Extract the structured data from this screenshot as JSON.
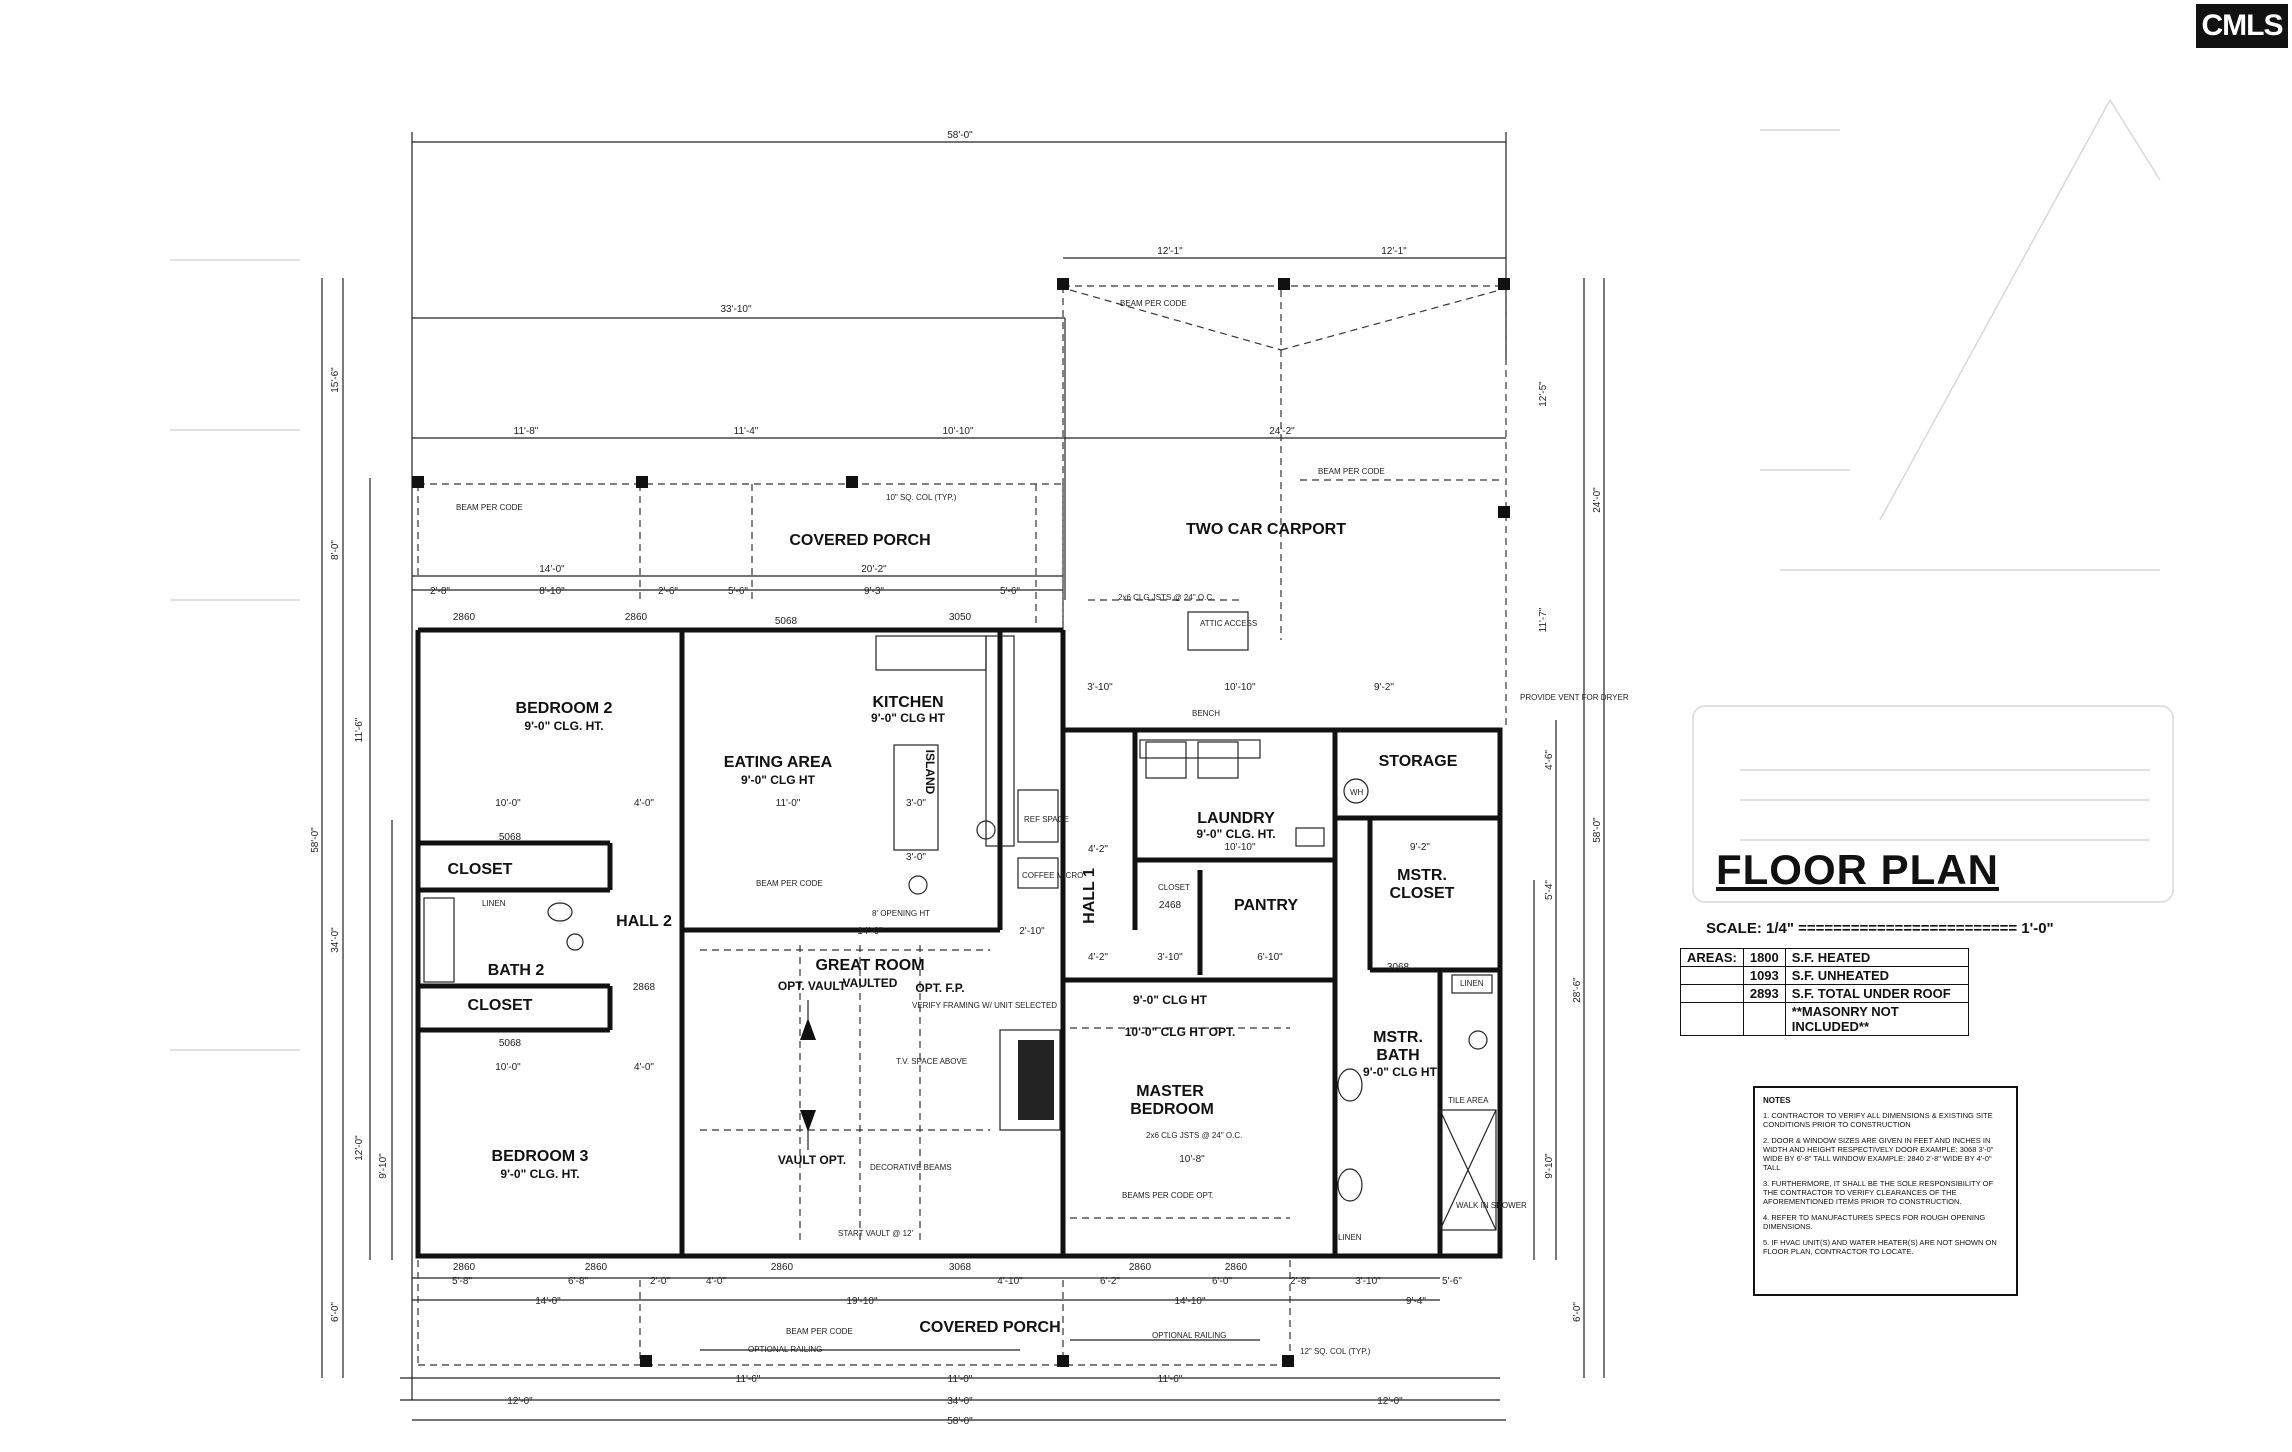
{
  "logo": {
    "text": "CMLS"
  },
  "title": "FLOOR PLAN",
  "scale": "SCALE: 1/4\" ========================= 1'-0\"",
  "areas": {
    "header": "AREAS:",
    "rows": [
      {
        "value": "1800",
        "label": "S.F. HEATED"
      },
      {
        "value": "1093",
        "label": "S.F. UNHEATED"
      },
      {
        "value": "2893",
        "label": "S.F. TOTAL UNDER ROOF"
      },
      {
        "value": "",
        "label": "**MASONRY NOT INCLUDED**"
      }
    ]
  },
  "notes": {
    "heading": "NOTES",
    "items": [
      "1. CONTRACTOR TO VERIFY ALL DIMENSIONS & EXISTING SITE CONDITIONS PRIOR TO CONSTRUCTION",
      "2. DOOR & WINDOW SIZES ARE GIVEN IN FEET AND INCHES IN WIDTH AND HEIGHT RESPECTIVELY DOOR EXAMPLE: 3068 3'-0\" WIDE BY 6'-8\" TALL WINDOW EXAMPLE: 2840 2'-8\" WIDE BY 4'-0\" TALL",
      "3. FURTHERMORE, IT SHALL BE THE SOLE RESPONSIBILITY OF THE CONTRACTOR TO VERIFY CLEARANCES OF THE AFOREMENTIONED ITEMS PRIOR TO CONSTRUCTION.",
      "4. REFER TO MANUFACTURES SPECS FOR ROUGH OPENING DIMENSIONS.",
      "5. IF HVAC UNIT(S) AND WATER HEATER(S) ARE NOT SHOWN ON FLOOR PLAN, CONTRACTOR TO LOCATE."
    ]
  },
  "rooms": {
    "bedroom2": {
      "name": "BEDROOM 2",
      "sub": "9'-0\" CLG. HT."
    },
    "eating": {
      "name": "EATING AREA",
      "sub": "9'-0\" CLG HT"
    },
    "kitchen": {
      "name": "KITCHEN",
      "sub": "9'-0\" CLG HT"
    },
    "island": {
      "name": "ISLAND"
    },
    "closet_a": {
      "name": "CLOSET"
    },
    "hall2": {
      "name": "HALL 2"
    },
    "bath2": {
      "name": "BATH 2"
    },
    "closet_b": {
      "name": "CLOSET"
    },
    "bedroom3": {
      "name": "BEDROOM 3",
      "sub": "9'-0\" CLG. HT."
    },
    "great": {
      "name": "GREAT ROOM",
      "sub": "VAULTED"
    },
    "hall1": {
      "name": "HALL 1"
    },
    "laundry": {
      "name": "LAUNDRY",
      "sub": "9'-0\" CLG. HT."
    },
    "pantry": {
      "name": "PANTRY"
    },
    "storage": {
      "name": "STORAGE"
    },
    "mstr_closet": {
      "name": "MSTR.",
      "name2": "CLOSET"
    },
    "master": {
      "name": "MASTER",
      "name2": "BEDROOM",
      "sub": "10'-0\" CLG HT OPT."
    },
    "mstr_bath": {
      "name": "MSTR.",
      "name2": "BATH",
      "sub": "9'-0\" CLG HT"
    },
    "carport": {
      "name": "TWO CAR CARPORT"
    },
    "porch_back": {
      "name": "COVERED PORCH"
    },
    "porch_front": {
      "name": "COVERED PORCH"
    }
  },
  "labels": {
    "beam_per_code": "BEAM PER CODE",
    "sq_col": "10\" SQ. COL (TYP.)",
    "attic": "ATTIC ACCESS",
    "bench": "BENCH",
    "vent": "PROVIDE VENT FOR DRYER",
    "wh": "WH",
    "closet_small": "CLOSET",
    "linen": "LINEN",
    "tile_area": "TILE AREA",
    "walk_in": "WALK IN SHOWER",
    "opt_vault_1": "OPT. VAULT",
    "opt_vault_2": "VAULT OPT.",
    "opt_fp": "OPT. F.P.",
    "verify": "VERIFY FRAMING W/ UNIT SELECTED",
    "tv": "T.V. SPACE ABOVE",
    "decorative": "DECORATIVE BEAMS",
    "start_vault": "START VAULT @ 12'",
    "opening": "8' OPENING HT",
    "coffee": "COFFEE MICRO",
    "ref": "REF SPACE",
    "optional_railing": "OPTIONAL RAILING",
    "sq_col_front": "12\" SQ. COL (TYP.)",
    "master_clg": "9'-0\" CLG HT",
    "beams_opt": "BEAMS PER CODE OPT.",
    "clg_jsts": "2x6 CLG JSTS @ 24\" O.C."
  },
  "dims": {
    "overall_top": "58'-0\"",
    "d_33_10": "33'-10\"",
    "d_12_1a": "12'-1\"",
    "d_12_1b": "12'-1\"",
    "d_11_8": "11'-8\"",
    "d_11_4": "11'-4\"",
    "d_10_10": "10'-10\"",
    "d_24_2": "24'-2\"",
    "d_14_0": "14'-0\"",
    "d_20_2": "20'-2\"",
    "d_2_8": "2'-8\"",
    "d_8_10": "8'-10\"",
    "d_2_6": "2'-6\"",
    "d_5_6": "5'-6\"",
    "d_9_3": "9'-3\"",
    "d_5_6b": "5'-6\"",
    "d_10_0a": "10'-0\"",
    "d_4_0a": "4'-0\"",
    "d_11_0": "11'-0\"",
    "d_3_0a": "3'-0\"",
    "d_3_0b": "3'-0\"",
    "d_14_0b": "14'-0\"",
    "d_2_10": "2'-10\"",
    "d_10_10b": "10'-10\"",
    "d_3_10": "3'-10\"",
    "d_9_2a": "9'-2\"",
    "d_9_2b": "9'-2\"",
    "d_10_10c": "10'-10\"",
    "d_6_10": "6'-10\"",
    "d_3_10b": "3'-10\"",
    "d_4_2a": "4'-2\"",
    "d_4_2b": "4'-2\"",
    "d_10_0b": "10'-0\"",
    "d_4_0b": "4'-0\"",
    "d_10_8": "10'-8\"",
    "b_5_8": "5'-8\"",
    "b_6_8": "6'-8\"",
    "b_2_0": "2'-0\"",
    "b_4_0": "4'-0\"",
    "b_4_10": "4'-10\"",
    "b_6_2": "6'-2\"",
    "b_6_0": "6'-0\"",
    "b_2_8": "2'-8\"",
    "b_3_10": "3'-10\"",
    "b_5_6": "5'-6\"",
    "b_14_0": "14'-0\"",
    "b_19_10": "19'-10\"",
    "b_14_10": "14'-10\"",
    "b_9_4": "9'-4\"",
    "b_11_6a": "11'-6\"",
    "b_11_0": "11'-0\"",
    "b_11_6b": "11'-6\"",
    "b_12_0a": "12'-0\"",
    "b_34_0": "34'-0\"",
    "b_12_0b": "12'-0\"",
    "b_58_0": "58'-0\"",
    "l_15_6": "15'-6\"",
    "l_8_0": "8'-0\"",
    "l_11_6": "11'-6\"",
    "l_58_0": "58'-0\"",
    "l_34_0": "34'-0\"",
    "l_12_0": "12'-0\"",
    "l_9_10": "9'-10\"",
    "l_6_0": "6'-0\"",
    "r_12_5": "12'-5\"",
    "r_24_0": "24'-0\"",
    "r_11_7": "11'-7\"",
    "r_58_0": "58'-0\"",
    "r_28_6": "28'-6\"",
    "r_6_0": "6'-0\"",
    "r_9_10": "9'-10\"",
    "r_4_6": "4'-6\"",
    "r_5_4": "5'-4\""
  },
  "windows": {
    "w2860": "2860",
    "w3050": "3050",
    "w5068": "5068",
    "w3068": "3068",
    "w2468": "2468",
    "w2868": "2868"
  }
}
